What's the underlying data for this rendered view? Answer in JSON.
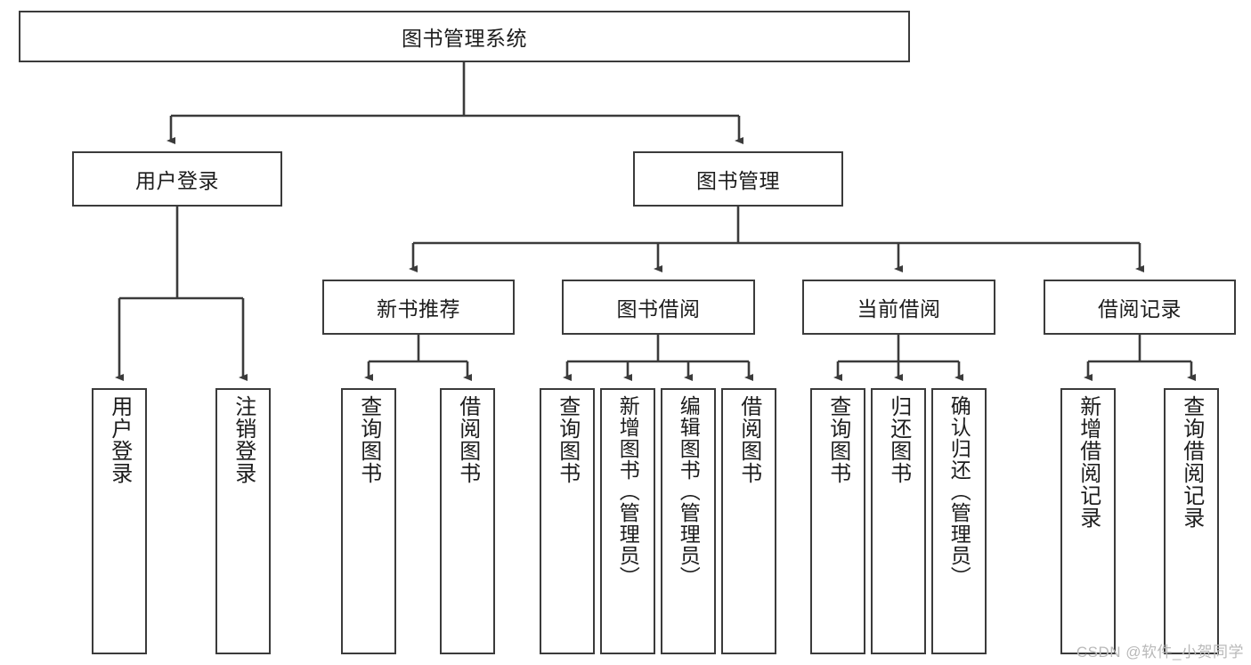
{
  "diagram": {
    "title": "图书管理系统",
    "type": "tree-hierarchy-diagram",
    "watermark": "CSDN @软件_小贺同学",
    "colors": {
      "box_border": "#3b3b3b",
      "box_fill": "#ffffff",
      "connector": "#3b3b3b",
      "text": "#1d1d1d",
      "watermark": "#b9b9b9",
      "background": "#ffffff"
    },
    "root": {
      "label": "图书管理系统"
    },
    "level2": [
      {
        "label": "用户登录"
      },
      {
        "label": "图书管理"
      }
    ],
    "level3": [
      {
        "label": "新书推荐"
      },
      {
        "label": "图书借阅"
      },
      {
        "label": "当前借阅"
      },
      {
        "label": "借阅记录"
      }
    ],
    "leaves": {
      "user_login": [
        {
          "label": "用户登录"
        },
        {
          "label": "注销登录"
        }
      ],
      "new_book_recommend": [
        {
          "label": "查询图书"
        },
        {
          "label": "借阅图书"
        }
      ],
      "book_borrow": [
        {
          "label": "查询图书"
        },
        {
          "label": "新增图书（管理员）"
        },
        {
          "label": "编辑图书（管理员）"
        },
        {
          "label": "借阅图书"
        }
      ],
      "current_borrow": [
        {
          "label": "查询图书"
        },
        {
          "label": "归还图书"
        },
        {
          "label": "确认归还（管理员）"
        }
      ],
      "borrow_record": [
        {
          "label": "新增借阅记录"
        },
        {
          "label": "查询借阅记录"
        }
      ]
    }
  }
}
